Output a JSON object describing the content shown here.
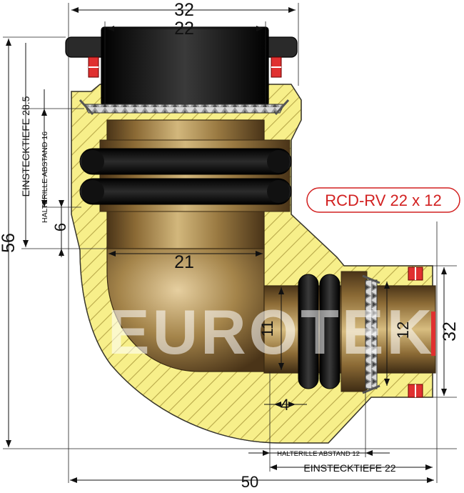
{
  "title": "RCD-RV 22 x 12",
  "watermark": "EUROTEK",
  "colors": {
    "hatch_fill": "#f7ef8a",
    "hatch_line": "#b8a84a",
    "brass": "#a98a4c",
    "brass_dark": "#5e4320",
    "rubber": "#151515",
    "seal_red": "#e03030",
    "title_border": "#d22020"
  },
  "dimensions": {
    "outer_width_top": "32",
    "inner_width_top": "22",
    "total_height": "56",
    "insertion_depth_vertical": "EINSTECKTIEFE 28.5",
    "groove_spacing_vertical": "HALTERILLE ABSTAND 16",
    "small_height": "6",
    "bore_width": "21",
    "side_bore": "11",
    "side_inner": "12",
    "side_outer": "32",
    "oring_spacing": "4",
    "groove_spacing_horizontal": "HALTERILLE ABSTAND 12",
    "insertion_depth_horizontal": "EINSTECKTIEFE 22",
    "total_width": "50"
  }
}
